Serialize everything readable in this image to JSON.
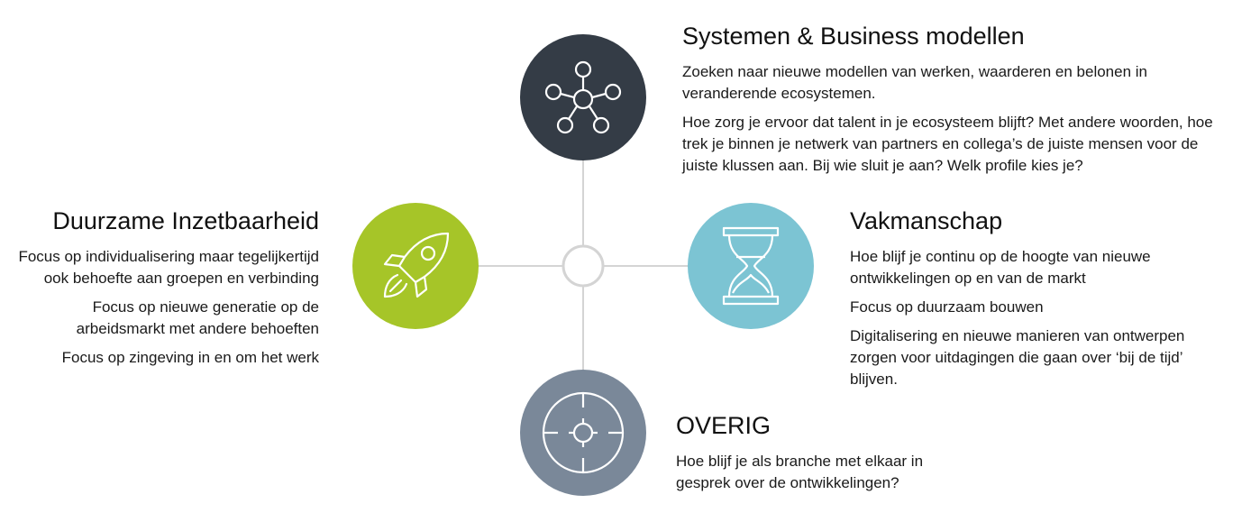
{
  "colors": {
    "systemen": "#343c46",
    "duurzaam": "#a6c528",
    "vakmanschap": "#7cc4d3",
    "overig": "#7a8899",
    "connector": "#d4d4d4"
  },
  "icons": {
    "systemen": "network-icon",
    "duurzaam": "rocket-icon",
    "vakmanschap": "hourglass-icon",
    "overig": "target-icon"
  },
  "systemen": {
    "title": "Systemen & Business modellen",
    "paragraphs": [
      "Zoeken naar nieuwe modellen van werken, waarderen en belonen in veranderende ecosystemen.",
      "Hoe zorg je ervoor dat talent in je ecosysteem blijft? Met andere woorden, hoe trek je binnen je netwerk van partners en collega’s de juiste mensen voor de juiste klussen aan. Bij wie sluit je aan? Welk profile kies je?"
    ]
  },
  "duurzaam": {
    "title": "Duurzame Inzetbaarheid",
    "paragraphs": [
      "Focus op individualisering maar tegelijkertijd ook behoefte aan groepen en verbinding",
      "Focus op nieuwe generatie op de arbeidsmarkt met andere behoeften",
      "Focus op zingeving in en om het werk"
    ]
  },
  "vakmanschap": {
    "title": "Vakmanschap",
    "paragraphs": [
      "Hoe blijf je continu op de hoogte van nieuwe ontwikkelingen op en van de markt",
      "Focus op duurzaam bouwen",
      "Digitalisering en nieuwe manieren van ontwerpen zorgen voor uitdagingen die gaan over ‘bij de tijd’ blijven."
    ]
  },
  "overig": {
    "title": "OVERIG",
    "paragraphs": [
      "Hoe blijf je als branche met elkaar in gesprek over de ontwikkelingen?"
    ]
  }
}
